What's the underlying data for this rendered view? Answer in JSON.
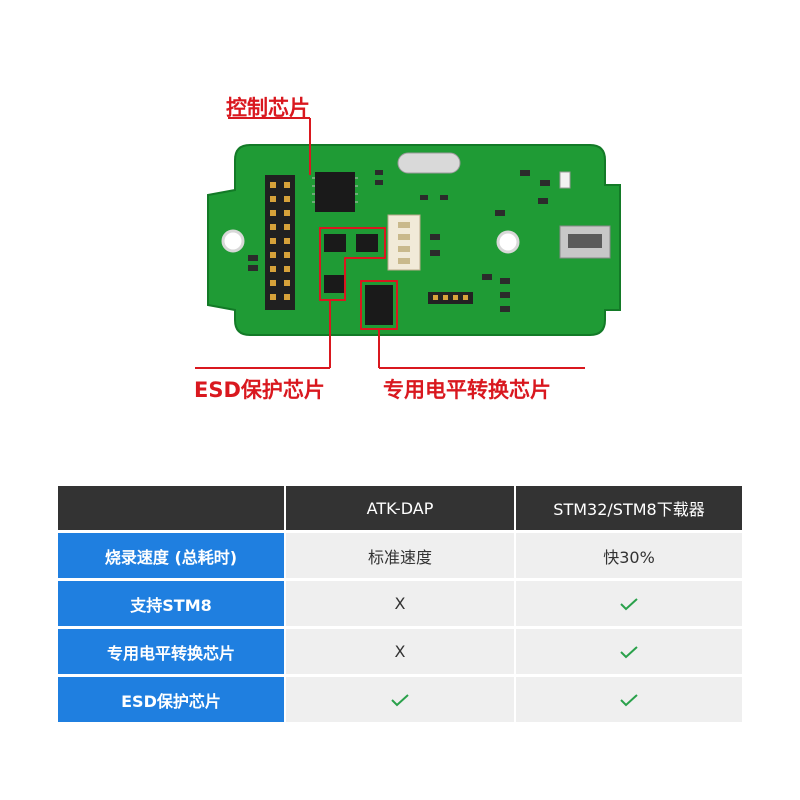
{
  "callouts": {
    "control_chip": "控制芯片",
    "esd_chip": "ESD保护芯片",
    "level_shift_chip": "专用电平转换芯片"
  },
  "table": {
    "headers": [
      "",
      "ATK-DAP",
      "STM32/STM8下载器"
    ],
    "rows": [
      {
        "label": "烧录速度 (总耗时)",
        "atk": "标准速度",
        "stm": "快30%",
        "stm_type": "text"
      },
      {
        "label": "支持STM8",
        "atk": "X",
        "stm": "check",
        "stm_type": "icon"
      },
      {
        "label": "专用电平转换芯片",
        "atk": "X",
        "stm": "check",
        "stm_type": "icon"
      },
      {
        "label": "ESD保护芯片",
        "atk": "check",
        "stm": "check",
        "stm_type": "icon",
        "atk_type": "icon"
      }
    ]
  },
  "colors": {
    "callout": "#d9181f",
    "header_bg": "#333333",
    "label_bg": "#1f7fe0",
    "cell_bg": "#efefef",
    "check": "#2aa14b",
    "pcb": "#1f9b35"
  }
}
